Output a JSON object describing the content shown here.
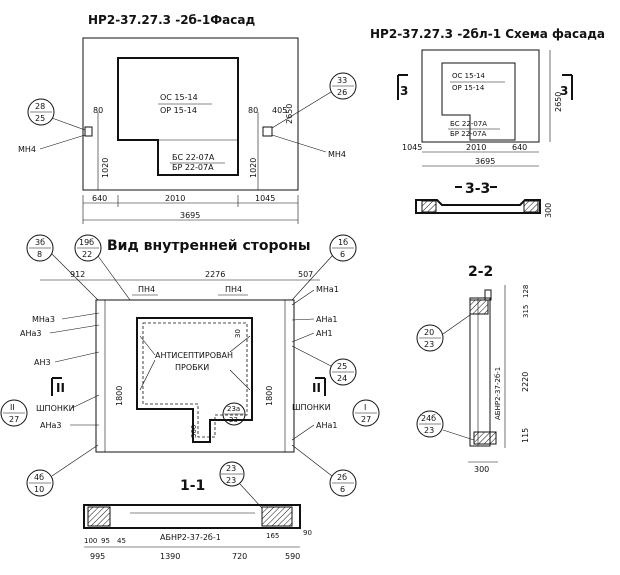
{
  "titles": {
    "facade": "НР2-37.27.3 -2б-1Фасад",
    "scheme": "НР2-37.27.3 -2бл-1 Схема фасада",
    "inner": "Вид внутренней стороны",
    "sec33": "3-3",
    "sec22": "2-2",
    "sec11": "1-1"
  },
  "facade": {
    "window": [
      "ОС 15-14",
      "ОР 15-14"
    ],
    "door": [
      "БС 22-07А",
      "БР 22-07А"
    ],
    "dims_bottom": [
      "640",
      "2010",
      "1045"
    ],
    "dim_total": "3695",
    "dims_left": [
      "80",
      "1020"
    ],
    "dims_right": [
      "80",
      "405",
      "2650",
      "1020"
    ],
    "callout_left": [
      "28",
      "25"
    ],
    "callout_right": [
      "33",
      "26"
    ],
    "mh_left": "МН4",
    "mh_right": "МН4"
  },
  "scheme": {
    "window": [
      "ОС 15-14",
      "ОР 15-14"
    ],
    "door": [
      "БС 22-07А",
      "БР 22-07А"
    ],
    "dims_bottom": [
      "1045",
      "2010",
      "640"
    ],
    "dim_total": "3695",
    "dim_right": "2650",
    "mark_left": "3",
    "mark_right": "3"
  },
  "inner": {
    "dims_top": [
      "912",
      "2276",
      "507"
    ],
    "labels_pn": [
      "ПН4",
      "ПН4"
    ],
    "antiseptic": [
      "АНТИСЕПТИРОВАН",
      "ПРОБКИ"
    ],
    "dims_inside": [
      "30",
      "300",
      "1800",
      "1800"
    ],
    "left_labels": [
      "МНа3",
      "АНа3",
      "АН3",
      "ШПОНКИ",
      "АНа3"
    ],
    "right_labels": [
      "МНа1",
      "АНа1",
      "АН1",
      "ШПОНКИ",
      "АНа1"
    ],
    "callouts": {
      "c1": [
        "3б",
        "8"
      ],
      "c2": [
        "19б",
        "22"
      ],
      "c3": [
        "1б",
        "6"
      ],
      "c4": [
        "25",
        "24"
      ],
      "c5": [
        "II",
        "27"
      ],
      "c6": [
        "I",
        "27"
      ],
      "c7": [
        "4б",
        "10"
      ],
      "c8": [
        "2б",
        "6"
      ],
      "c9": [
        "23а",
        "23"
      ],
      "c10": [
        "23",
        "23"
      ]
    },
    "mark_left": "II",
    "mark_right": "II"
  },
  "sec22": {
    "dims": [
      "128",
      "315",
      "2220",
      "115",
      "300"
    ],
    "label": "АБНР2-37-2б-1",
    "callout_top": [
      "20",
      "23"
    ],
    "callout_bot": [
      "24б",
      "23"
    ]
  },
  "sec11": {
    "label": "АБНР2-37-2б-1",
    "dims_bottom": [
      "995",
      "1390",
      "720",
      "590"
    ],
    "dims_small": [
      "100",
      "95",
      "45",
      "165",
      "90"
    ]
  },
  "sec33": {
    "dim": "300"
  }
}
